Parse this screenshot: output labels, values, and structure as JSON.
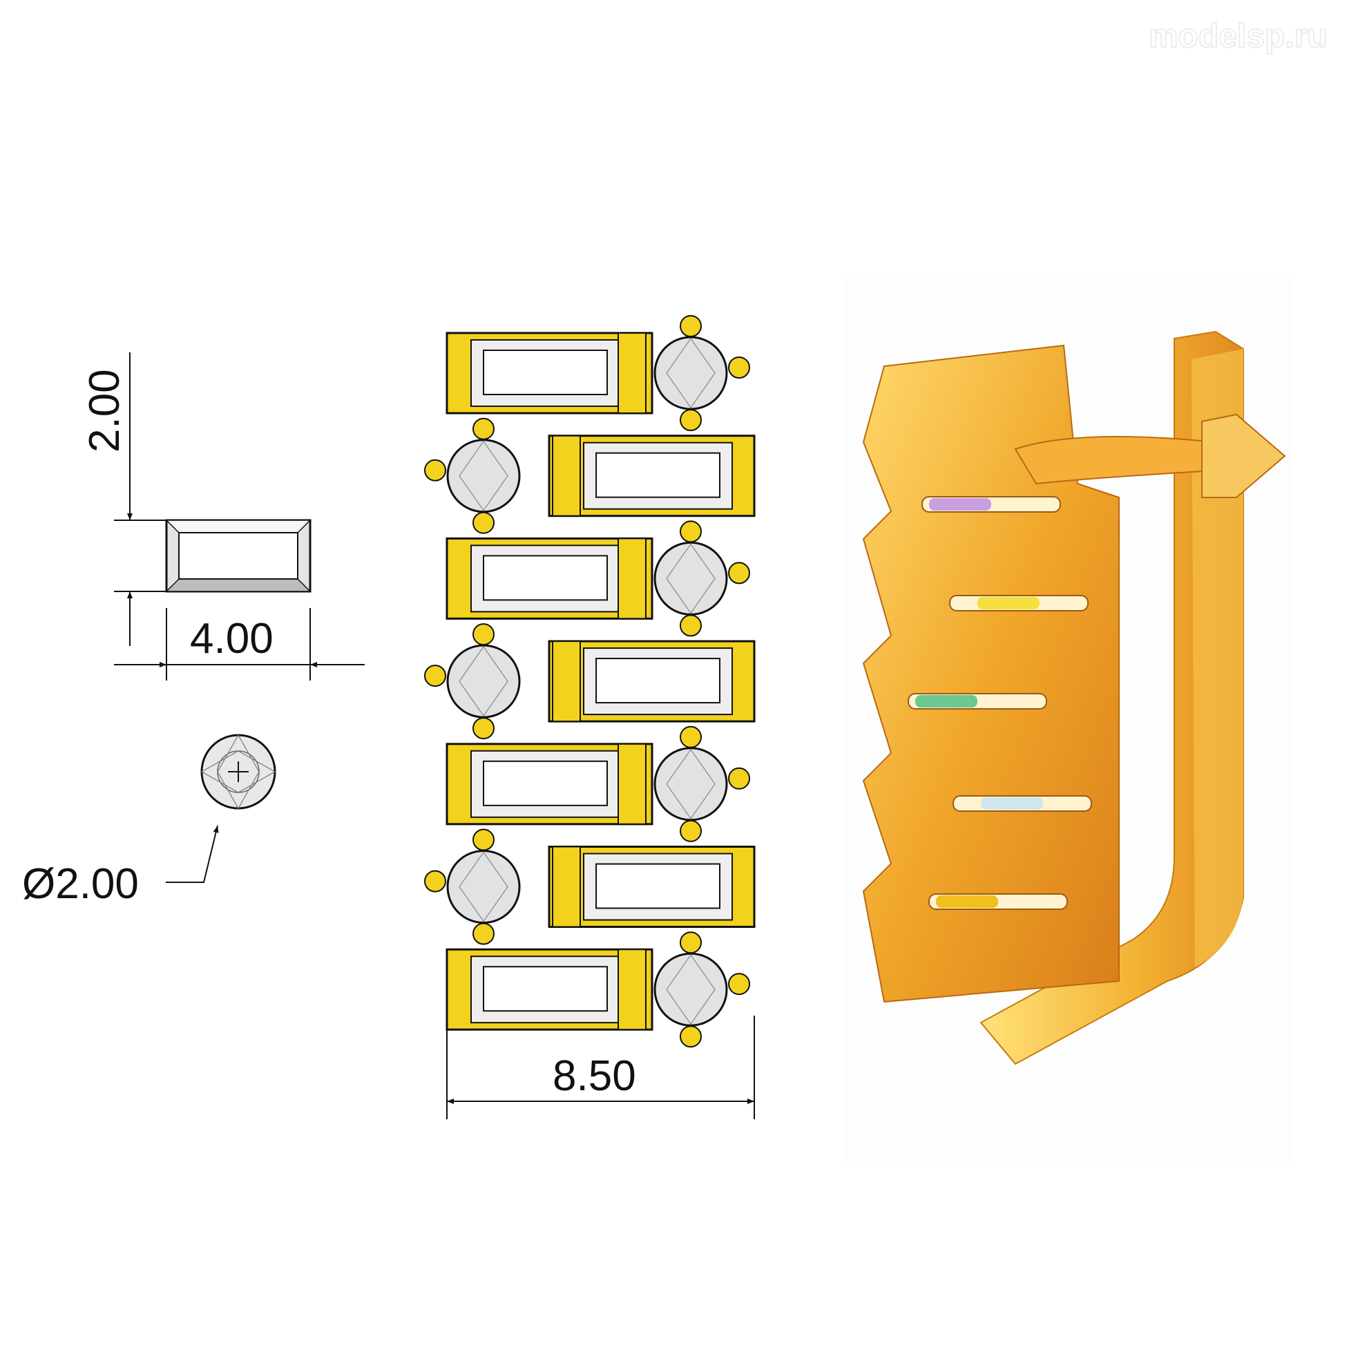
{
  "watermark": "modelsp.ru",
  "baguette_detail": {
    "height_label": "2.00",
    "width_label": "4.00"
  },
  "round_detail": {
    "diameter_label": "Ø2.00"
  },
  "front_view": {
    "width_label": "8.50",
    "rows": 7
  },
  "colors": {
    "gold": "#f2d21c",
    "gold_dark": "#c9a600",
    "render_gold": "#f0a62a",
    "stone": "#eeeeee",
    "line": "#111111"
  }
}
